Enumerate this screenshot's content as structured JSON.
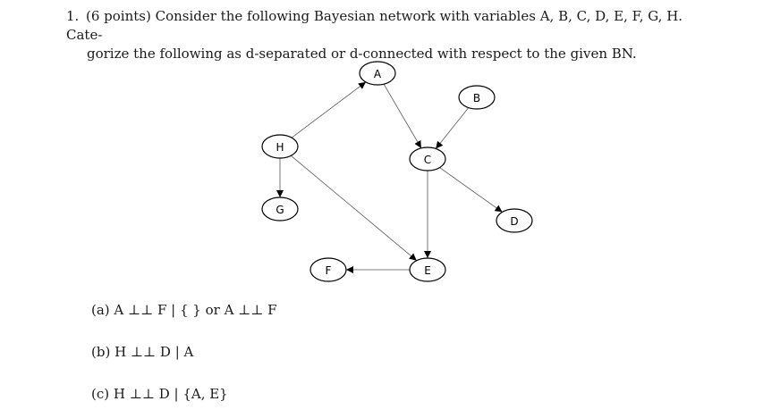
{
  "problem": {
    "number": "1.",
    "line1": "(6 points) Consider the following Bayesian network with variables A, B, C, D, E, F, G, H. Cate-",
    "line2": "gorize the following as d-separated or d-connected with respect to the given BN."
  },
  "network": {
    "nodes": [
      {
        "id": "A",
        "label": "A"
      },
      {
        "id": "B",
        "label": "B"
      },
      {
        "id": "C",
        "label": "C"
      },
      {
        "id": "D",
        "label": "D"
      },
      {
        "id": "E",
        "label": "E"
      },
      {
        "id": "F",
        "label": "F"
      },
      {
        "id": "G",
        "label": "G"
      },
      {
        "id": "H",
        "label": "H"
      }
    ],
    "edges": [
      {
        "from": "H",
        "to": "A"
      },
      {
        "from": "A",
        "to": "C"
      },
      {
        "from": "B",
        "to": "C"
      },
      {
        "from": "C",
        "to": "D"
      },
      {
        "from": "C",
        "to": "E"
      },
      {
        "from": "H",
        "to": "G"
      },
      {
        "from": "H",
        "to": "E"
      },
      {
        "from": "E",
        "to": "F"
      }
    ]
  },
  "parts": {
    "a": "(a)  A ⊥⊥ F | { } or A ⊥⊥ F",
    "b": "(b)  H ⊥⊥ D | A",
    "c": "(c)  H ⊥⊥ D | {A, E}"
  }
}
